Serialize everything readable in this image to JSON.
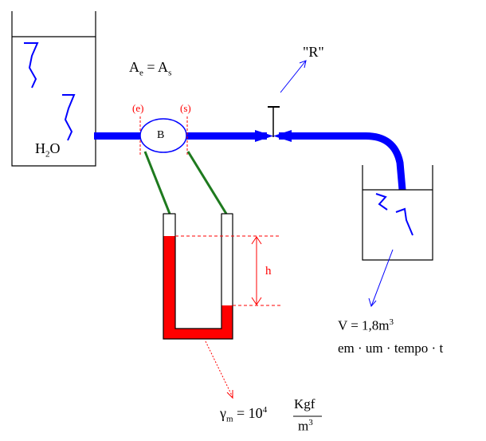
{
  "labels": {
    "area_eq_left": "A",
    "area_eq_left_sub": "e",
    "area_eq_middle": " = A",
    "area_eq_right_sub": "s",
    "section_in": "(e)",
    "section_out": "(s)",
    "pump": "B",
    "water_h": "H",
    "water_sub": "2",
    "water_o": "O",
    "valve": "\"R\"",
    "height": "h",
    "volume": "V = 1,8m",
    "volume_exp": "3",
    "time": "em · um · tempo · t",
    "gamma": "γ",
    "gamma_sub": "m",
    "gamma_eq": " = 10",
    "gamma_exp": "4",
    "frac_num": "Kgf",
    "frac_den": "m",
    "frac_den_exp": "3"
  },
  "colors": {
    "pipe": "#0000ff",
    "fluid": "#ff0000",
    "tube_link": "#1e7a1e",
    "dash": "#ff0000",
    "pointer": "#0000ff"
  }
}
